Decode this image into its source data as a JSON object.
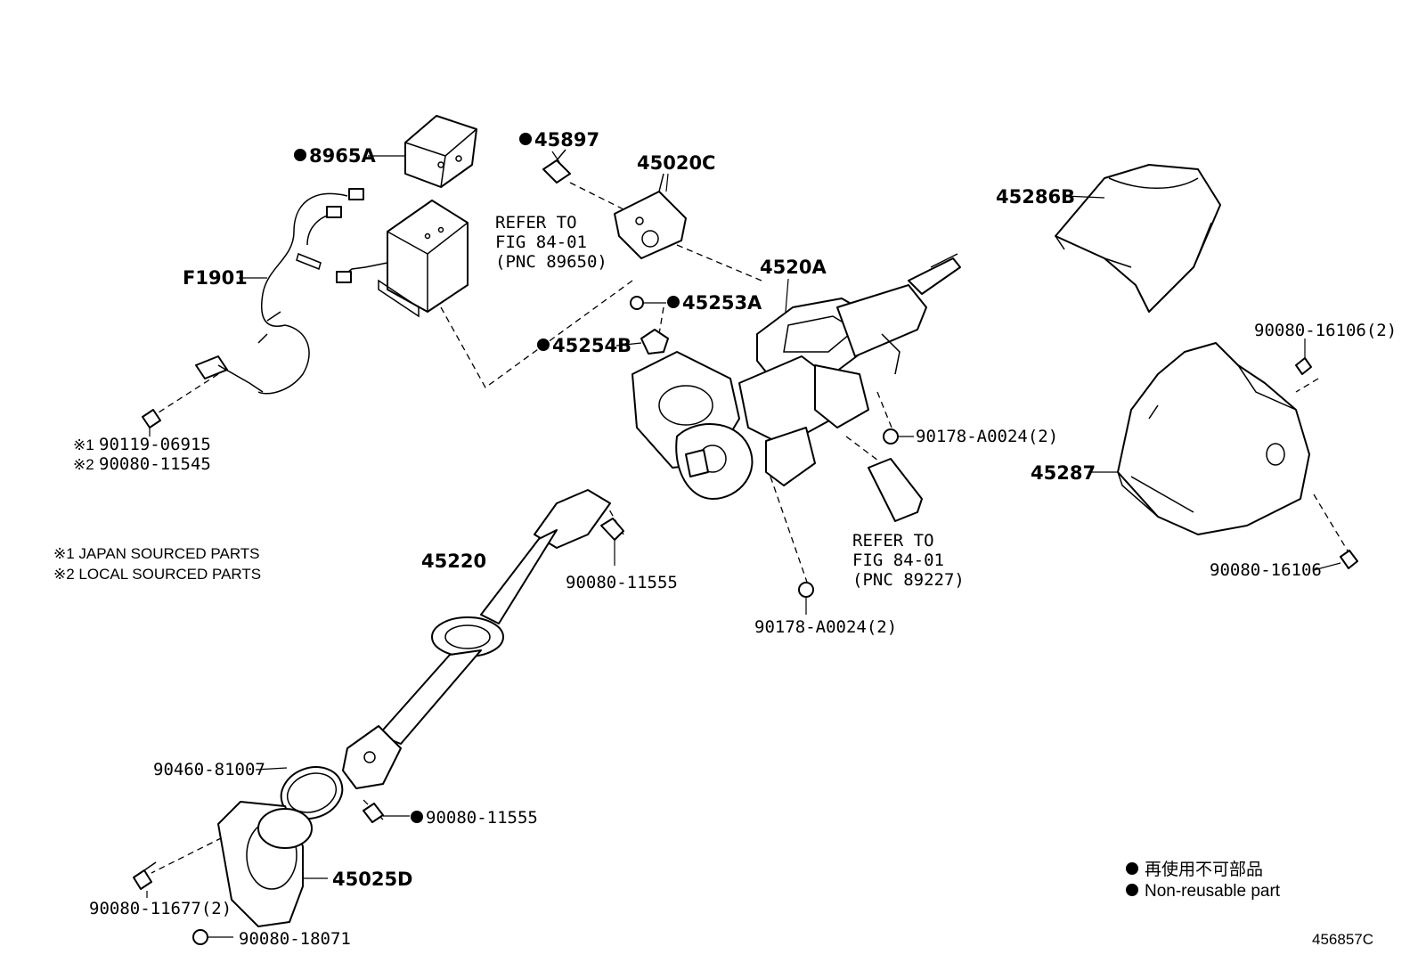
{
  "labels": {
    "p8965a": "8965A",
    "p45897": "45897",
    "p45020c": "45020C",
    "p45286b": "45286B",
    "pf1901": "F1901",
    "p45253a": "45253A",
    "p45254b": "45254B",
    "p4520a": "4520A",
    "p90080_16106_2": "90080-16106(2)",
    "p90178_a0024_2_right": "90178-A0024(2)",
    "p45287": "45287",
    "p90119_06915": "90119-06915",
    "p90080_11545": "90080-11545",
    "p45220": "45220",
    "p90080_11555": "90080-11555",
    "p90178_a0024_2_bottom": "90178-A0024(2)",
    "p90080_16106": "90080-16106",
    "p90460_81007": "90460-81007",
    "p90080_11555_nr": "90080-11555",
    "p45025d": "45025D",
    "p90080_11677_2": "90080-11677(2)",
    "p90080_18071": "90080-18071"
  },
  "refs": {
    "ref1": {
      "line1": "REFER TO",
      "line2": "FIG 84-01",
      "line3": "(PNC 89650)"
    },
    "ref2": {
      "line1": "REFER TO",
      "line2": "FIG 84-01",
      "line3": "(PNC 89227)"
    }
  },
  "marks": {
    "note1": "※1",
    "note2": "※2"
  },
  "notes": {
    "japan": "※1 JAPAN SOURCED PARTS",
    "local": "※2 LOCAL SOURCED PARTS"
  },
  "legend": {
    "jp": "再使用不可部品",
    "en": "Non-reusable part"
  },
  "figure_id": "456857C"
}
